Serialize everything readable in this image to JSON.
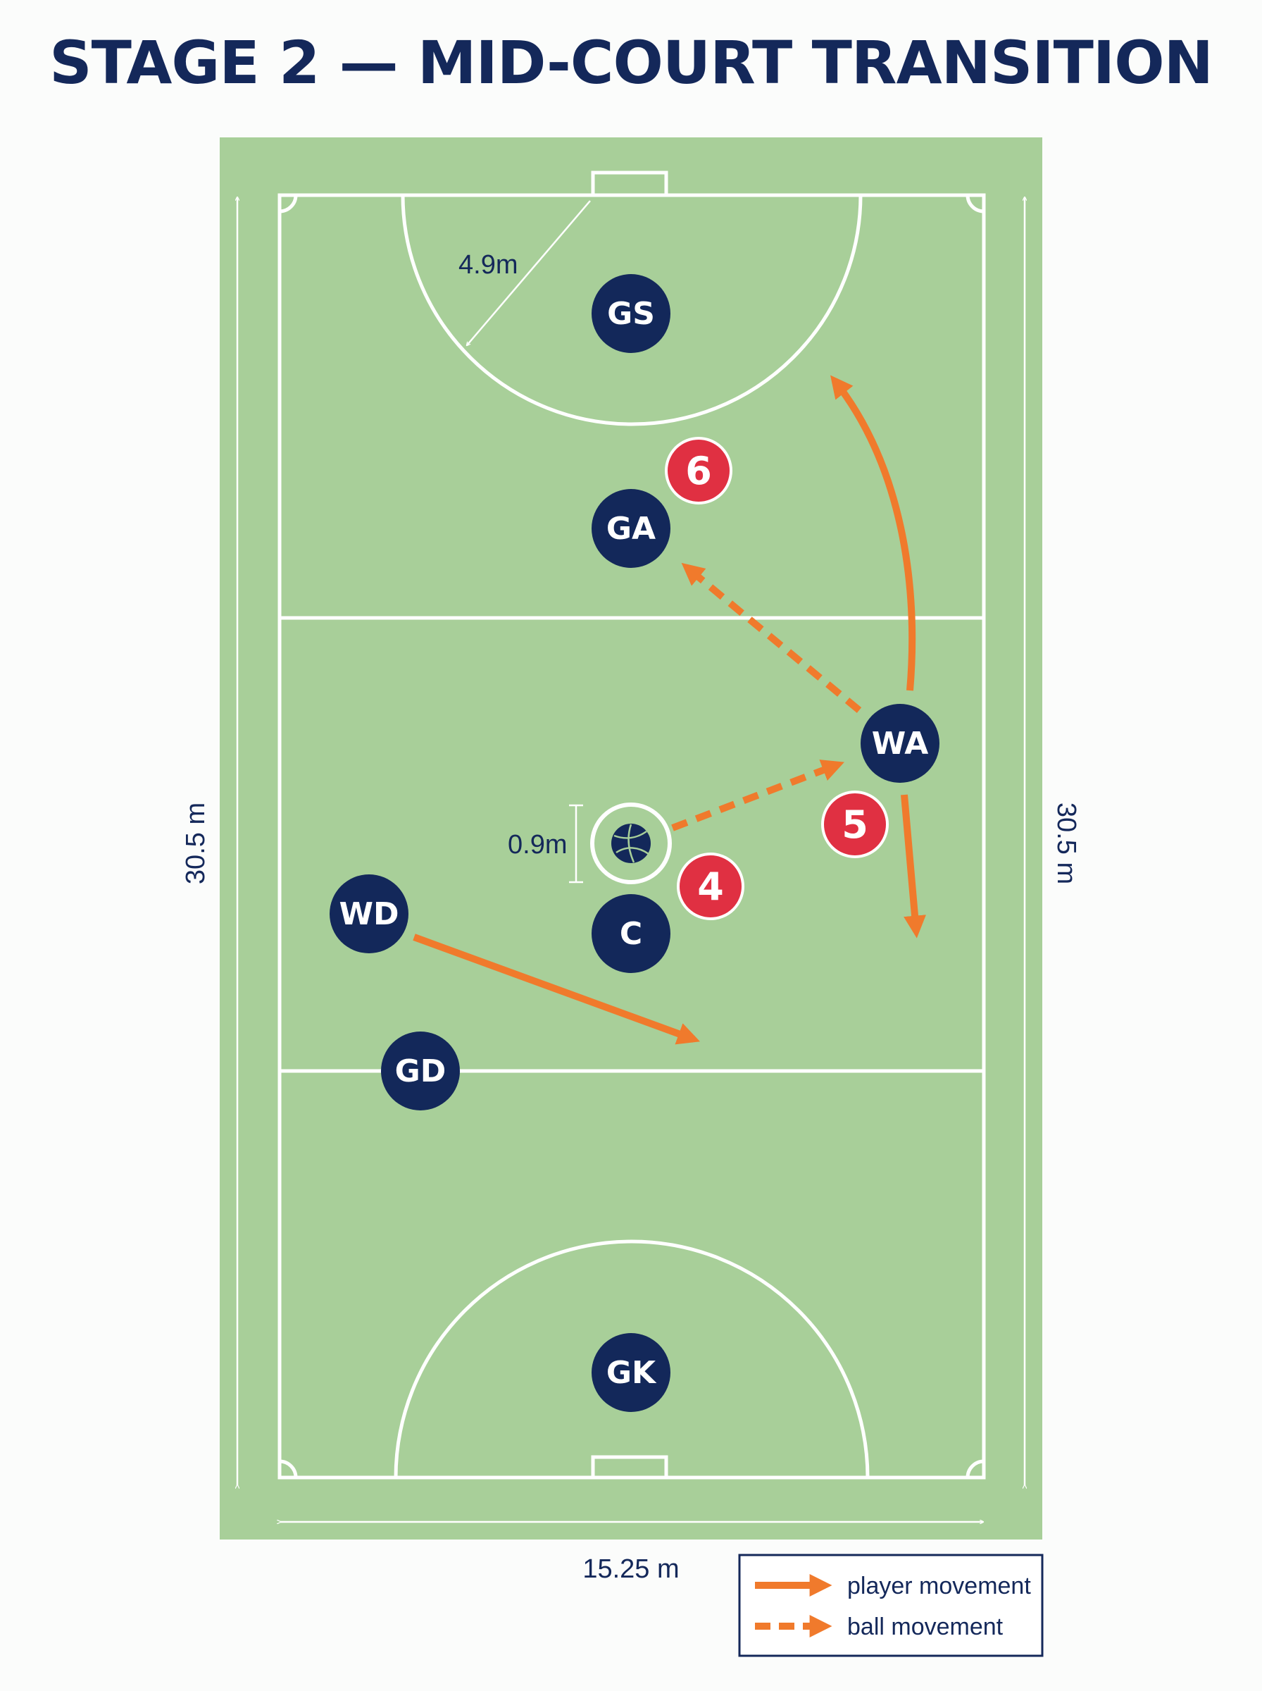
{
  "title": "STAGE 2 — MID-COURT TRANSITION",
  "dimensions": {
    "goal_circle_radius": "4.9m",
    "centre_circle_diameter": "0.9m",
    "length_left": "30.5 m",
    "length_right": "30.5 m",
    "width": "15.25 m"
  },
  "players": {
    "gs": "GS",
    "ga": "GA",
    "wa": "WA",
    "c": "C",
    "wd": "WD",
    "gd": "GD",
    "gk": "GK"
  },
  "steps": {
    "four": "4",
    "five": "5",
    "six": "6"
  },
  "legend": {
    "player_movement": "player movement",
    "ball_movement": "ball movement"
  },
  "colors": {
    "court": "#a8cf99",
    "lines": "#ffffff",
    "player": "#13285a",
    "step_marker": "#e03042",
    "arrow": "#f07a2c",
    "text": "#14285a"
  },
  "icons": {
    "ball": "netball-icon"
  }
}
